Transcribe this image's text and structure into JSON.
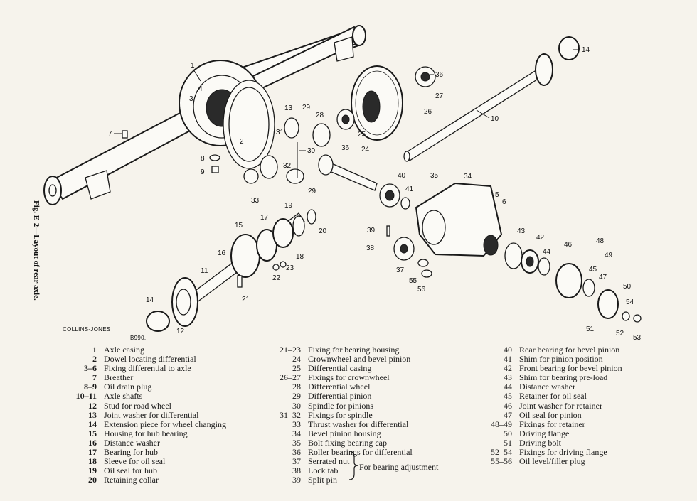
{
  "figure": {
    "caption": "Fig. E-2—Layout of rear axle.",
    "artist": "COLLINS-JONES",
    "ref_code": "B990."
  },
  "callouts": [
    "1",
    "2",
    "3",
    "4",
    "5",
    "6",
    "7",
    "8",
    "9",
    "10",
    "11",
    "12",
    "13",
    "14",
    "14",
    "15",
    "16",
    "17",
    "18",
    "19",
    "20",
    "21",
    "22",
    "23",
    "24",
    "25",
    "26",
    "27",
    "28",
    "29",
    "29",
    "30",
    "31",
    "32",
    "33",
    "34",
    "35",
    "36",
    "36",
    "37",
    "38",
    "39",
    "40",
    "41",
    "42",
    "43",
    "44",
    "45",
    "46",
    "47",
    "48",
    "49",
    "50",
    "51",
    "52",
    "53",
    "54",
    "55",
    "56"
  ],
  "legend": {
    "col1": [
      {
        "num": "1",
        "desc": "Axle casing"
      },
      {
        "num": "2",
        "desc": "Dowel locating differential"
      },
      {
        "num": "3–6",
        "desc": "Fixing differential to axle"
      },
      {
        "num": "7",
        "desc": "Breather"
      },
      {
        "num": "8–9",
        "desc": "Oil drain plug"
      },
      {
        "num": "10–11",
        "desc": "Axle shafts"
      },
      {
        "num": "12",
        "desc": "Stud for road wheel"
      },
      {
        "num": "13",
        "desc": "Joint washer for differential"
      },
      {
        "num": "14",
        "desc": "Extension piece for wheel changing"
      },
      {
        "num": "15",
        "desc": "Housing for hub bearing"
      },
      {
        "num": "16",
        "desc": "Distance washer"
      },
      {
        "num": "17",
        "desc": "Bearing for hub"
      },
      {
        "num": "18",
        "desc": "Sleeve for oil seal"
      },
      {
        "num": "19",
        "desc": "Oil seal for hub"
      },
      {
        "num": "20",
        "desc": "Retaining collar"
      }
    ],
    "col2": [
      {
        "num": "21–23",
        "desc": "Fixing for bearing housing"
      },
      {
        "num": "24",
        "desc": "Crownwheel and bevel pinion"
      },
      {
        "num": "25",
        "desc": "Differential casing"
      },
      {
        "num": "26–27",
        "desc": "Fixings for crownwheel"
      },
      {
        "num": "28",
        "desc": "Differential wheel"
      },
      {
        "num": "29",
        "desc": "Differential pinion"
      },
      {
        "num": "30",
        "desc": "Spindle for pinions"
      },
      {
        "num": "31–32",
        "desc": "Fixings for spindle"
      },
      {
        "num": "33",
        "desc": "Thrust washer for differential"
      },
      {
        "num": "34",
        "desc": "Bevel pinion housing"
      },
      {
        "num": "35",
        "desc": "Bolt fixing bearing cap"
      },
      {
        "num": "36",
        "desc": "Roller bearings for differential"
      },
      {
        "num": "37",
        "desc": "Serrated nut"
      },
      {
        "num": "38",
        "desc": "Lock tab"
      },
      {
        "num": "39",
        "desc": "Split pin"
      }
    ],
    "col3": [
      {
        "num": "40",
        "desc": "Rear bearing for bevel pinion"
      },
      {
        "num": "41",
        "desc": "Shim for pinion position"
      },
      {
        "num": "42",
        "desc": "Front bearing for bevel pinion"
      },
      {
        "num": "43",
        "desc": "Shim for bearing pre-load"
      },
      {
        "num": "44",
        "desc": "Distance washer"
      },
      {
        "num": "45",
        "desc": "Retainer for oil seal"
      },
      {
        "num": "46",
        "desc": "Joint washer for retainer"
      },
      {
        "num": "47",
        "desc": "Oil seal for pinion"
      },
      {
        "num": "48–49",
        "desc": "Fixings for retainer"
      },
      {
        "num": "50",
        "desc": "Driving flange"
      },
      {
        "num": "51",
        "desc": "Driving bolt"
      },
      {
        "num": "52–54",
        "desc": "Fixings for driving flange"
      },
      {
        "num": "55–56",
        "desc": "Oil level/filler plug"
      }
    ],
    "brace_note": "For bearing adjustment"
  }
}
